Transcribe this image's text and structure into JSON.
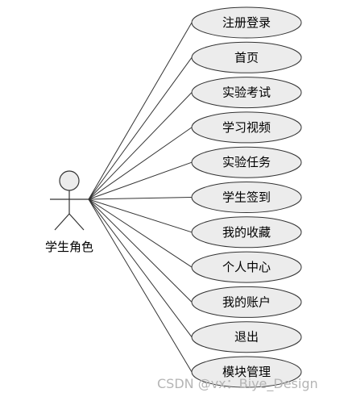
{
  "diagram": {
    "actor": {
      "label": "学生角色"
    },
    "use_cases": [
      {
        "label": "注册登录"
      },
      {
        "label": "首页"
      },
      {
        "label": "实验考试"
      },
      {
        "label": "学习视频"
      },
      {
        "label": "实验任务"
      },
      {
        "label": "学生签到"
      },
      {
        "label": "我的收藏"
      },
      {
        "label": "个人中心"
      },
      {
        "label": "我的账户"
      },
      {
        "label": "退出"
      },
      {
        "label": "模块管理"
      }
    ]
  },
  "watermark": "CSDN @vx：Biye_Design"
}
